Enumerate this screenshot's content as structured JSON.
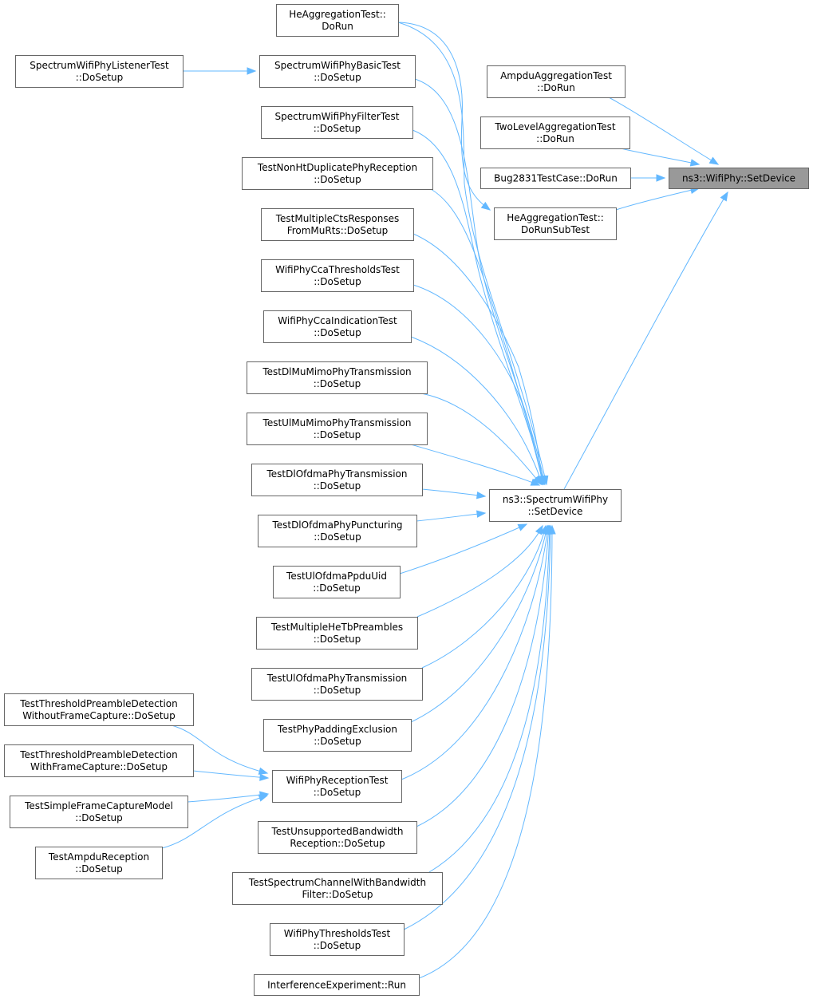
{
  "graph": {
    "nodes": [
      {
        "id": "wifiphy_setdevice",
        "lines": [
          "ns3::WifiPhy::SetDevice"
        ],
        "root": true
      },
      {
        "id": "ampdu_agg",
        "lines": [
          "AmpduAggregationTest",
          "::DoRun"
        ]
      },
      {
        "id": "twolevel_agg",
        "lines": [
          "TwoLevelAggregationTest",
          "::DoRun"
        ]
      },
      {
        "id": "bug2831",
        "lines": [
          "Bug2831TestCase::DoRun"
        ]
      },
      {
        "id": "he_agg_subtest",
        "lines": [
          "HeAggregationTest::",
          "DoRunSubTest"
        ]
      },
      {
        "id": "spectrum_setdevice",
        "lines": [
          "ns3::SpectrumWifiPhy",
          "::SetDevice"
        ]
      },
      {
        "id": "he_agg_dorun",
        "lines": [
          "HeAggregationTest::",
          "DoRun"
        ]
      },
      {
        "id": "sw_basic",
        "lines": [
          "SpectrumWifiPhyBasicTest",
          "::DoSetup"
        ]
      },
      {
        "id": "sw_listener",
        "lines": [
          "SpectrumWifiPhyListenerTest",
          "::DoSetup"
        ]
      },
      {
        "id": "sw_filter",
        "lines": [
          "SpectrumWifiPhyFilterTest",
          "::DoSetup"
        ]
      },
      {
        "id": "nonht_dup",
        "lines": [
          "TestNonHtDuplicatePhyReception",
          "::DoSetup"
        ]
      },
      {
        "id": "multi_cts",
        "lines": [
          "TestMultipleCtsResponses",
          "FromMuRts::DoSetup"
        ]
      },
      {
        "id": "cca_thresholds",
        "lines": [
          "WifiPhyCcaThresholdsTest",
          "::DoSetup"
        ]
      },
      {
        "id": "cca_indication",
        "lines": [
          "WifiPhyCcaIndicationTest",
          "::DoSetup"
        ]
      },
      {
        "id": "dl_mumimo",
        "lines": [
          "TestDlMuMimoPhyTransmission",
          "::DoSetup"
        ]
      },
      {
        "id": "ul_mumimo",
        "lines": [
          "TestUlMuMimoPhyTransmission",
          "::DoSetup"
        ]
      },
      {
        "id": "dl_ofdma_tx",
        "lines": [
          "TestDlOfdmaPhyTransmission",
          "::DoSetup"
        ]
      },
      {
        "id": "dl_ofdma_punct",
        "lines": [
          "TestDlOfdmaPhyPuncturing",
          "::DoSetup"
        ]
      },
      {
        "id": "ul_ofdma_ppdu",
        "lines": [
          "TestUlOfdmaPpduUid",
          "::DoSetup"
        ]
      },
      {
        "id": "multi_hetb",
        "lines": [
          "TestMultipleHeTbPreambles",
          "::DoSetup"
        ]
      },
      {
        "id": "ul_ofdma_tx",
        "lines": [
          "TestUlOfdmaPhyTransmission",
          "::DoSetup"
        ]
      },
      {
        "id": "padding_excl",
        "lines": [
          "TestPhyPaddingExclusion",
          "::DoSetup"
        ]
      },
      {
        "id": "reception_test",
        "lines": [
          "WifiPhyReceptionTest",
          "::DoSetup"
        ]
      },
      {
        "id": "unsupported_bw",
        "lines": [
          "TestUnsupportedBandwidth",
          "Reception::DoSetup"
        ]
      },
      {
        "id": "channel_bw",
        "lines": [
          "TestSpectrumChannelWithBandwidth",
          "Filter::DoSetup"
        ]
      },
      {
        "id": "thresholds_test",
        "lines": [
          "WifiPhyThresholdsTest",
          "::DoSetup"
        ]
      },
      {
        "id": "interference",
        "lines": [
          "InterferenceExperiment::Run"
        ]
      },
      {
        "id": "thresh_without",
        "lines": [
          "TestThresholdPreambleDetection",
          "WithoutFrameCapture::DoSetup"
        ]
      },
      {
        "id": "thresh_with",
        "lines": [
          "TestThresholdPreambleDetection",
          "WithFrameCapture::DoSetup"
        ]
      },
      {
        "id": "simple_capture",
        "lines": [
          "TestSimpleFrameCaptureModel",
          "::DoSetup"
        ]
      },
      {
        "id": "ampdu_reception",
        "lines": [
          "TestAmpduReception",
          "::DoSetup"
        ]
      }
    ],
    "edges": [
      {
        "from": "ampdu_agg",
        "to": "wifiphy_setdevice"
      },
      {
        "from": "twolevel_agg",
        "to": "wifiphy_setdevice"
      },
      {
        "from": "bug2831",
        "to": "wifiphy_setdevice"
      },
      {
        "from": "he_agg_subtest",
        "to": "wifiphy_setdevice"
      },
      {
        "from": "spectrum_setdevice",
        "to": "wifiphy_setdevice"
      },
      {
        "from": "he_agg_dorun",
        "to": "he_agg_subtest"
      },
      {
        "from": "sw_listener",
        "to": "sw_basic"
      },
      {
        "from": "he_agg_dorun",
        "to": "spectrum_setdevice"
      },
      {
        "from": "sw_basic",
        "to": "spectrum_setdevice"
      },
      {
        "from": "sw_filter",
        "to": "spectrum_setdevice"
      },
      {
        "from": "nonht_dup",
        "to": "spectrum_setdevice"
      },
      {
        "from": "multi_cts",
        "to": "spectrum_setdevice"
      },
      {
        "from": "cca_thresholds",
        "to": "spectrum_setdevice"
      },
      {
        "from": "cca_indication",
        "to": "spectrum_setdevice"
      },
      {
        "from": "dl_mumimo",
        "to": "spectrum_setdevice"
      },
      {
        "from": "ul_mumimo",
        "to": "spectrum_setdevice"
      },
      {
        "from": "dl_ofdma_tx",
        "to": "spectrum_setdevice"
      },
      {
        "from": "dl_ofdma_punct",
        "to": "spectrum_setdevice"
      },
      {
        "from": "ul_ofdma_ppdu",
        "to": "spectrum_setdevice"
      },
      {
        "from": "multi_hetb",
        "to": "spectrum_setdevice"
      },
      {
        "from": "ul_ofdma_tx",
        "to": "spectrum_setdevice"
      },
      {
        "from": "padding_excl",
        "to": "spectrum_setdevice"
      },
      {
        "from": "reception_test",
        "to": "spectrum_setdevice"
      },
      {
        "from": "unsupported_bw",
        "to": "spectrum_setdevice"
      },
      {
        "from": "channel_bw",
        "to": "spectrum_setdevice"
      },
      {
        "from": "thresholds_test",
        "to": "spectrum_setdevice"
      },
      {
        "from": "interference",
        "to": "spectrum_setdevice"
      },
      {
        "from": "thresh_without",
        "to": "reception_test"
      },
      {
        "from": "thresh_with",
        "to": "reception_test"
      },
      {
        "from": "simple_capture",
        "to": "reception_test"
      },
      {
        "from": "ampdu_reception",
        "to": "reception_test"
      }
    ]
  },
  "colors": {
    "edge": "#63b8ff",
    "node_border": "#666666",
    "root_fill": "#999999",
    "node_fill": "#ffffff"
  }
}
